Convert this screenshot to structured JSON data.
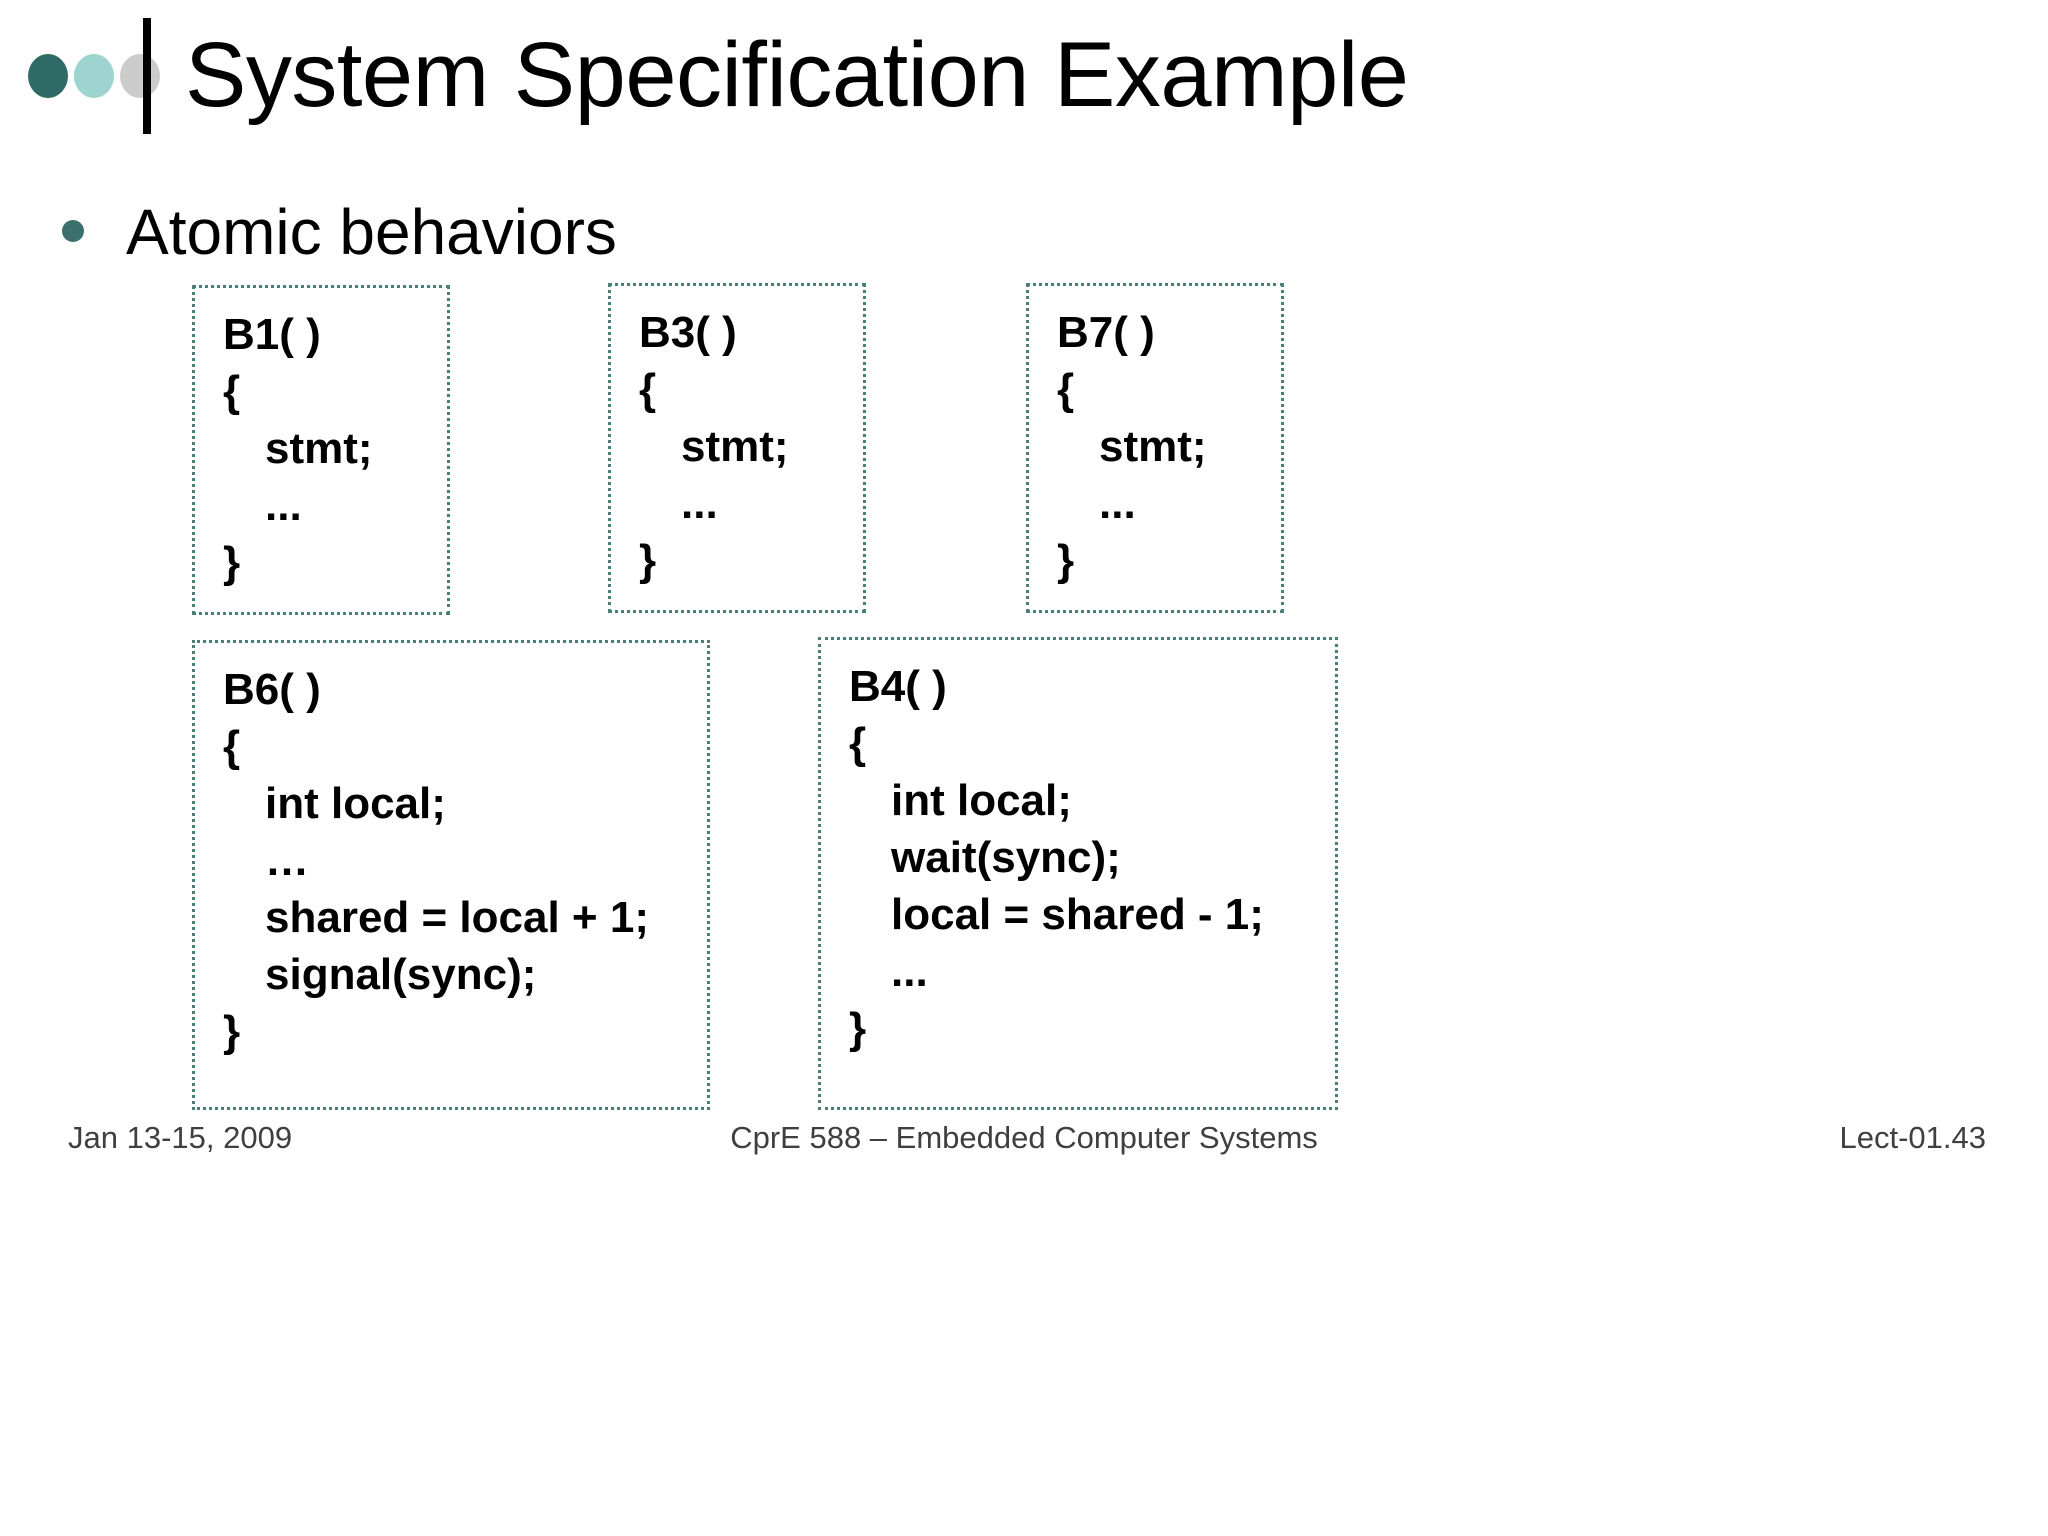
{
  "slide": {
    "title": "System Specification Example",
    "logo_dot_colors": [
      "#2f6b66",
      "#9dd4d0",
      "#cccccc"
    ],
    "accent_color": "#3a6f6b",
    "box_border_color": "#4a7f79"
  },
  "bullets": [
    {
      "marker": "bullet-dot",
      "text": "Atomic behaviors"
    }
  ],
  "code_boxes": [
    {
      "id": "b1",
      "name": "B1",
      "lines": [
        {
          "text": "B1( )",
          "indent": false
        },
        {
          "text": "{",
          "indent": false
        },
        {
          "text": "stmt;",
          "indent": true
        },
        {
          "text": "...",
          "indent": true
        },
        {
          "text": "}",
          "indent": false
        }
      ]
    },
    {
      "id": "b3",
      "name": "B3",
      "lines": [
        {
          "text": "B3( )",
          "indent": false
        },
        {
          "text": "{",
          "indent": false
        },
        {
          "text": "stmt;",
          "indent": true
        },
        {
          "text": "...",
          "indent": true
        },
        {
          "text": "}",
          "indent": false
        }
      ]
    },
    {
      "id": "b7",
      "name": "B7",
      "lines": [
        {
          "text": "B7( )",
          "indent": false
        },
        {
          "text": "{",
          "indent": false
        },
        {
          "text": "stmt;",
          "indent": true
        },
        {
          "text": "...",
          "indent": true
        },
        {
          "text": "}",
          "indent": false
        }
      ]
    },
    {
      "id": "b6",
      "name": "B6",
      "lines": [
        {
          "text": "B6( )",
          "indent": false
        },
        {
          "text": "{",
          "indent": false
        },
        {
          "text": "int local;",
          "indent": true
        },
        {
          "text": "…",
          "indent": true
        },
        {
          "text": "shared = local + 1;",
          "indent": true
        },
        {
          "text": "signal(sync);",
          "indent": true
        },
        {
          "text": "}",
          "indent": false
        }
      ]
    },
    {
      "id": "b4",
      "name": "B4",
      "lines": [
        {
          "text": "B4( )",
          "indent": false
        },
        {
          "text": "{",
          "indent": false
        },
        {
          "text": "int local;",
          "indent": true
        },
        {
          "text": "wait(sync);",
          "indent": true
        },
        {
          "text": "local = shared - 1;",
          "indent": true
        },
        {
          "text": "...",
          "indent": true
        },
        {
          "text": "}",
          "indent": false
        }
      ]
    }
  ],
  "footer": {
    "date": "Jan 13-15, 2009",
    "course": "CprE 588 – Embedded Computer Systems",
    "lecture": "Lect-01.43"
  }
}
